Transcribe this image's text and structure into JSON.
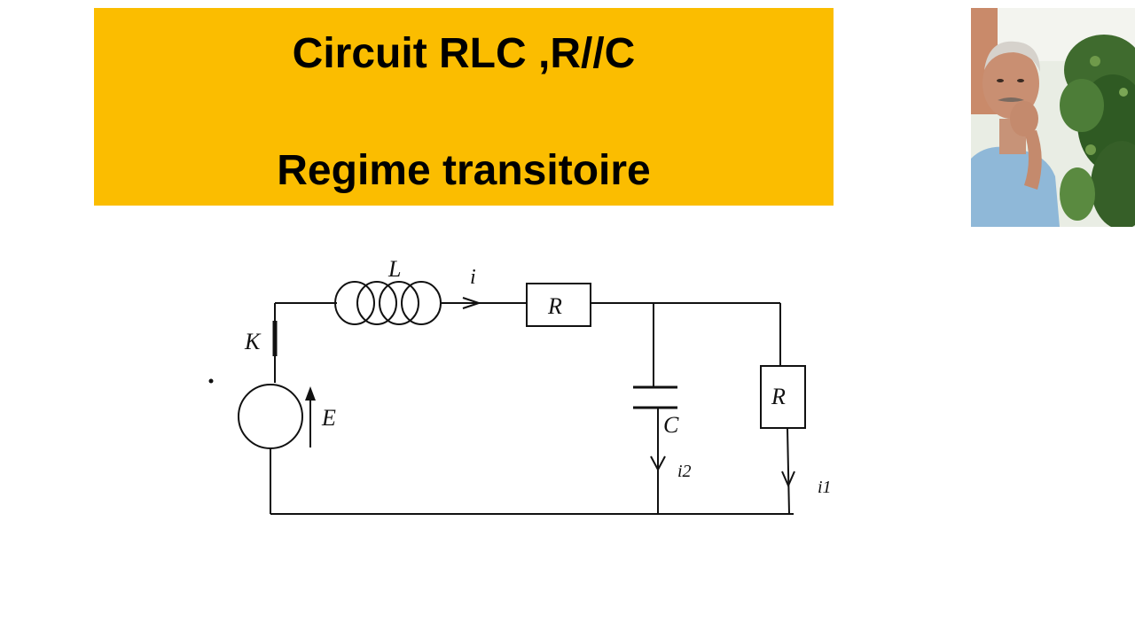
{
  "title": {
    "line1": "Circuit RLC ,R//C",
    "line2": "Regime transitoire"
  },
  "circuit": {
    "labels": {
      "inductor": "L",
      "current_main": "i",
      "resistor_series": "R",
      "switch": "K",
      "source": "E",
      "capacitor": "C",
      "current_cap": "i2",
      "resistor_parallel": "R",
      "current_res": "i1"
    }
  },
  "colors": {
    "banner": "#fbbd00",
    "wire": "#111111"
  }
}
